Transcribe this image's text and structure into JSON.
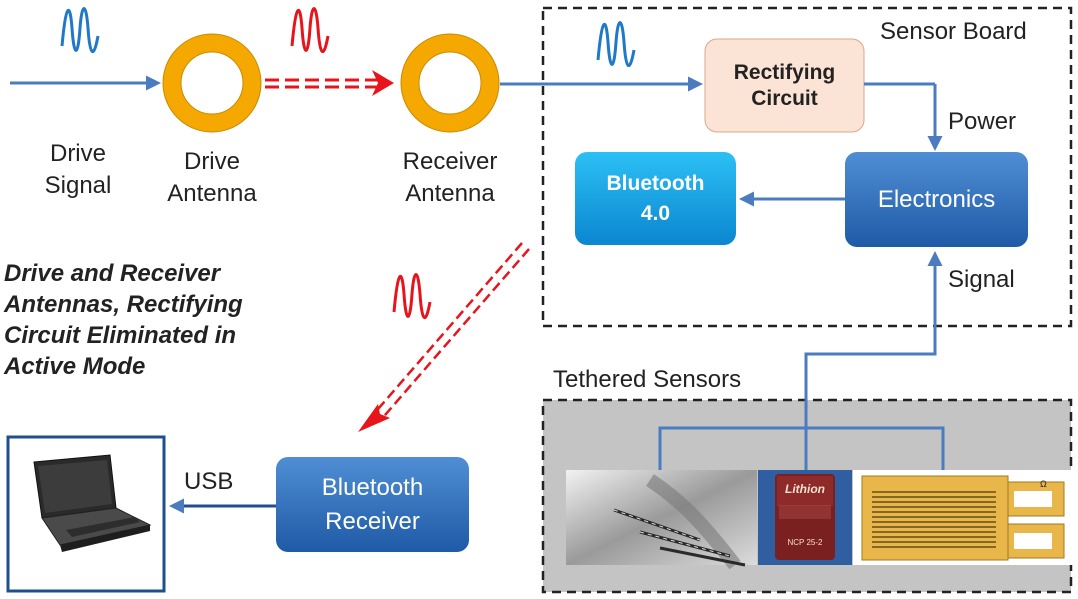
{
  "labels": {
    "drive_signal": "Drive\nSignal",
    "drive_antenna": "Drive\nAntenna",
    "receiver_antenna": "Receiver\nAntenna",
    "sensor_board": "Sensor Board",
    "rectifying_circuit": "Rectifying\nCircuit",
    "power": "Power",
    "signal": "Signal",
    "electronics": "Electronics",
    "bluetooth_40": "Bluetooth\n4.0",
    "active_mode_note": "Drive and Receiver\nAntennas, Rectifying\nCircuit Eliminated in\nActive Mode",
    "tethered_sensors": "Tethered Sensors",
    "usb": "USB",
    "bluetooth_receiver": "Bluetooth\nReceiver",
    "battery_brand": "Lithion",
    "battery_model": "NCP 25-2"
  },
  "colors": {
    "signal_blue": "#1f78c8",
    "rf_red": "#e8141c",
    "antenna_gold": "#f5a800",
    "box_blue": "#2f6db5",
    "bluetooth_cyan": "#14a0e0",
    "rectifier_fill": "#fbe3d5",
    "tether_gray": "#c4c4c4"
  }
}
